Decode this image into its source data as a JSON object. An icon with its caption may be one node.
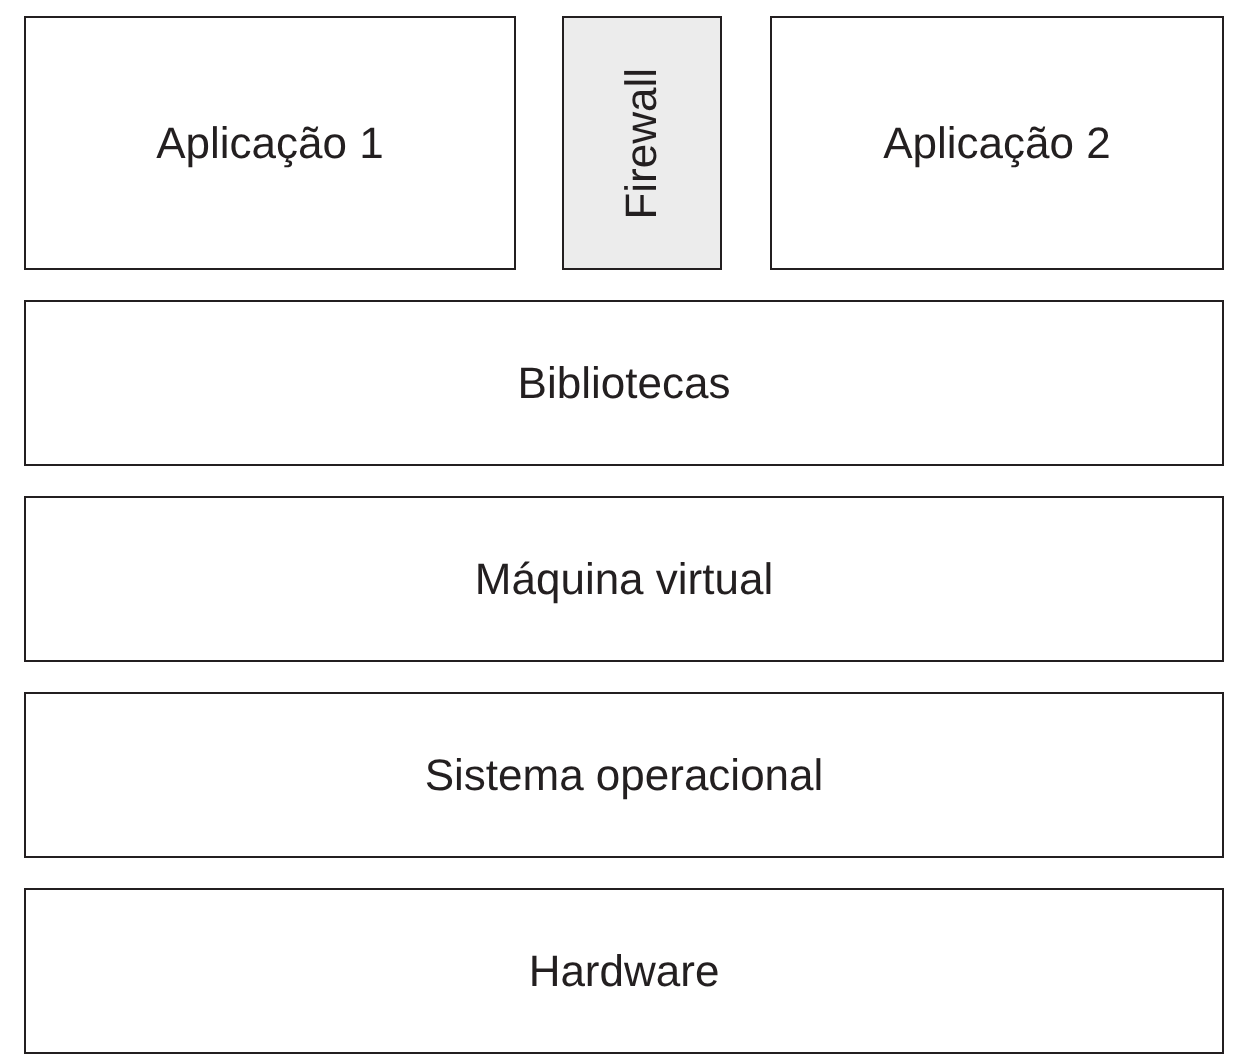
{
  "diagram": {
    "nodes": [
      {
        "text": [
          "Aplicação 1"
        ]
      },
      {
        "text": [
          "Firewall"
        ]
      },
      {
        "text": [
          "Aplicação 2"
        ]
      },
      {
        "text": [
          "Bibliotecas"
        ]
      },
      {
        "text": [
          "Máquina virtual"
        ]
      },
      {
        "text": [
          "Sistema operacional"
        ]
      },
      {
        "text": [
          "Hardware"
        ]
      }
    ],
    "edges": []
  }
}
